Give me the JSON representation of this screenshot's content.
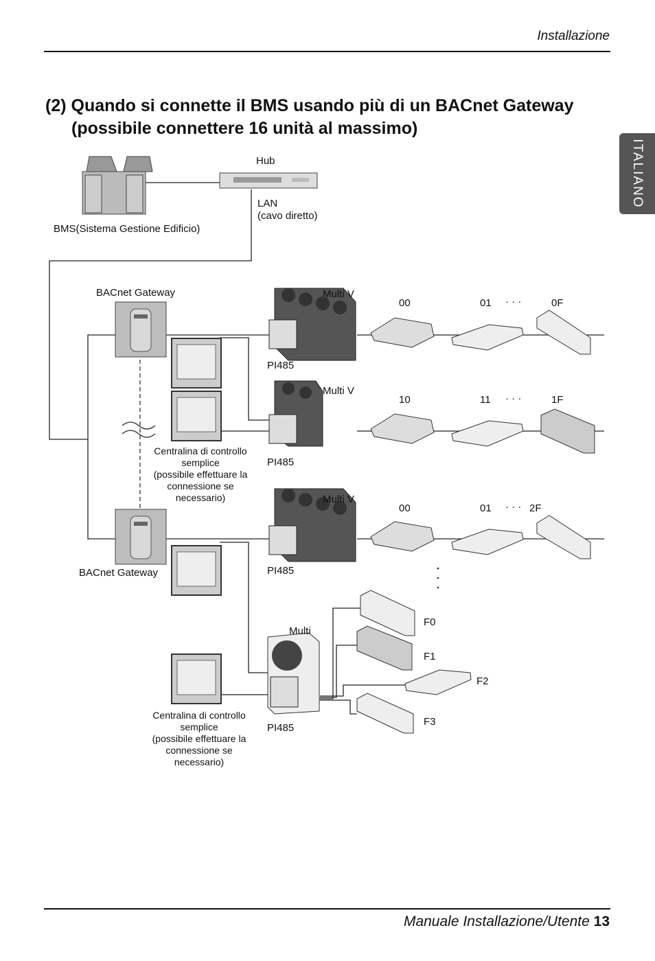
{
  "header": {
    "section": "Installazione"
  },
  "title": {
    "line1": "(2) Quando si connette il BMS usando più di un BACnet Gateway",
    "line2": "(possibile connettere 16 unità al massimo)"
  },
  "side_tab": "ITALIANO",
  "labels": {
    "hub": "Hub",
    "lan": "LAN",
    "lan_sub": "(cavo diretto)",
    "bms": "BMS(Sistema Gestione Edificio)",
    "gateway1": "BACnet Gateway",
    "gateway2": "BACnet Gateway",
    "multi_v_1": "Multi V",
    "multi_v_2": "Multi V",
    "multi_v_3": "Multi V",
    "multi": "Multi",
    "pi485_1": "PI485",
    "pi485_2": "PI485",
    "pi485_3": "PI485",
    "pi485_4": "PI485",
    "controller_note_1": [
      "Centralina di controllo",
      "semplice",
      "(possibile effettuare la",
      "connessione se necessario)"
    ],
    "controller_note_2": [
      "Centralina di controllo",
      "semplice",
      "(possibile effettuare la",
      "connessione se necessario)"
    ]
  },
  "unit_addresses": {
    "row1": [
      "00",
      "01",
      "· · ·",
      "0F"
    ],
    "row2": [
      "10",
      "11",
      "· · ·",
      "1F"
    ],
    "row3": [
      "00",
      "01",
      "· · ·",
      "2F"
    ],
    "multi_units": [
      "F0",
      "F1",
      "F2",
      "F3"
    ]
  },
  "footer": {
    "text": "Manuale Installazione/Utente",
    "page": "13"
  }
}
